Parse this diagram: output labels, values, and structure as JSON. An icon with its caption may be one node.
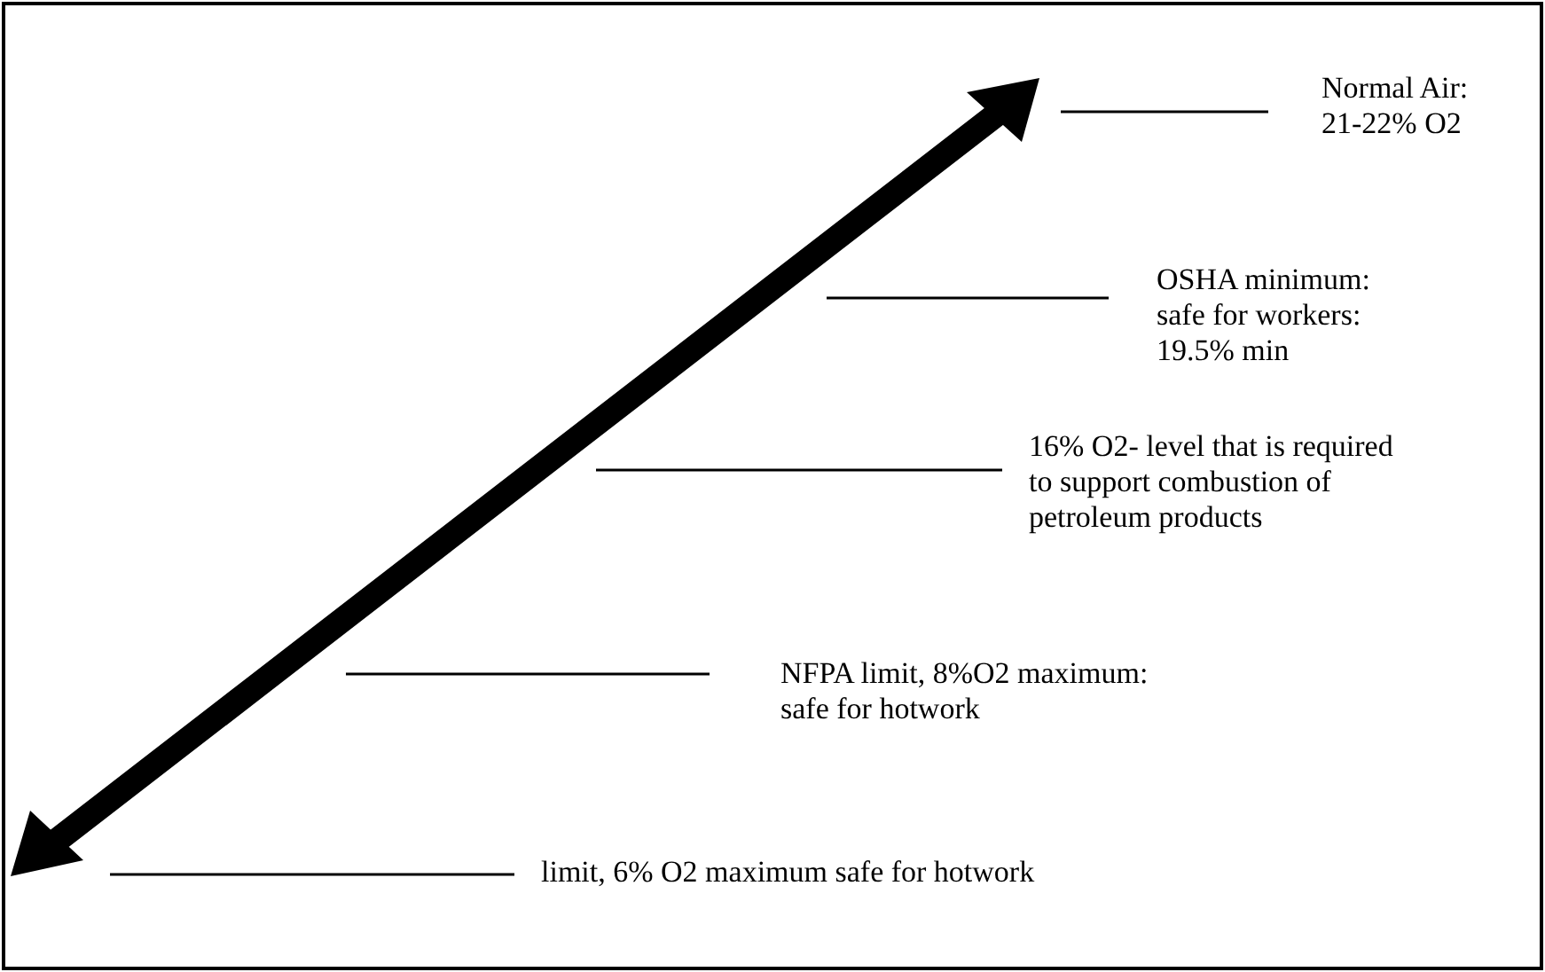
{
  "diagram": {
    "nodes": [
      {
        "text": [
          "Normal Air: 21-22% O2"
        ]
      },
      {
        "text": [
          "OSHA minimum: safe for workers: 19.5% min"
        ]
      },
      {
        "text": [
          "16% O2- level that is required to support combustion of petroleum products"
        ]
      },
      {
        "text": [
          "NFPA limit, 8%O2 maximum: safe for hotwork"
        ]
      },
      {
        "text": [
          "limit, 6% O2 maximum safe for hotwork"
        ]
      }
    ],
    "edges": [
      {
        "from": 0,
        "to": null,
        "arrow": "none"
      },
      {
        "from": 1,
        "to": null,
        "arrow": "none"
      },
      {
        "from": 2,
        "to": null,
        "arrow": "none"
      },
      {
        "from": 3,
        "to": null,
        "arrow": "none"
      },
      {
        "from": 4,
        "to": null,
        "arrow": "none"
      }
    ]
  }
}
